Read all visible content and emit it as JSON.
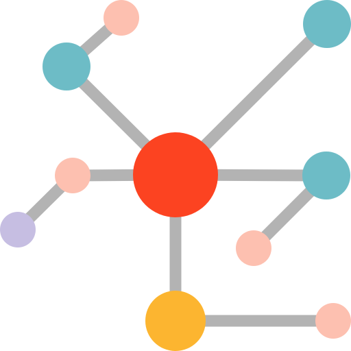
{
  "diagram": {
    "nodes": [
      {
        "id": "hub",
        "color": "#fc4321"
      },
      {
        "id": "teal-upper-left",
        "color": "#6dbcc6"
      },
      {
        "id": "pink-top-left",
        "color": "#fdc0b0"
      },
      {
        "id": "teal-top-right",
        "color": "#6dbcc6"
      },
      {
        "id": "pink-left",
        "color": "#fdc0b0"
      },
      {
        "id": "lavender-far-left",
        "color": "#c6bee2"
      },
      {
        "id": "teal-right",
        "color": "#6dbcc6"
      },
      {
        "id": "pink-lower-right",
        "color": "#fdc0b0"
      },
      {
        "id": "yellow-bottom",
        "color": "#fcb530"
      },
      {
        "id": "pink-bottom-right",
        "color": "#fdc0b0"
      }
    ],
    "edges": [
      {
        "from": "hub",
        "to": "teal-upper-left"
      },
      {
        "from": "teal-upper-left",
        "to": "pink-top-left"
      },
      {
        "from": "hub",
        "to": "teal-top-right"
      },
      {
        "from": "hub",
        "to": "pink-left"
      },
      {
        "from": "pink-left",
        "to": "lavender-far-left"
      },
      {
        "from": "hub",
        "to": "teal-right"
      },
      {
        "from": "teal-right",
        "to": "pink-lower-right"
      },
      {
        "from": "hub",
        "to": "yellow-bottom"
      },
      {
        "from": "yellow-bottom",
        "to": "pink-bottom-right"
      }
    ],
    "edge_color": "#b3b3b3"
  }
}
